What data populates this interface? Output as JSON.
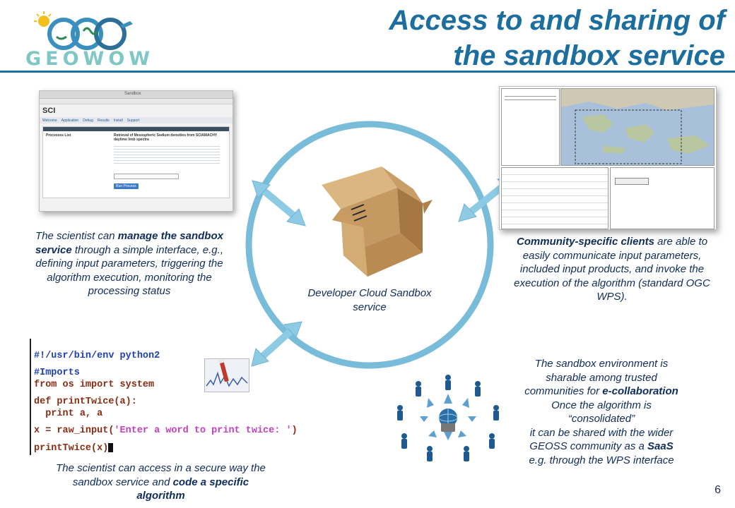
{
  "header": {
    "logo_text": "GEOWOW",
    "title_line1": "Access to and sharing of",
    "title_line2": "the sandbox service"
  },
  "center": {
    "label_line1": "Developer Cloud Sandbox",
    "label_line2": "service"
  },
  "captions": {
    "manage": {
      "p1": "The scientist can ",
      "b1": "manage the sandbox service",
      "p2": " through a simple interface, e.g., defining input parameters, triggering the algorithm execution, monitoring the processing status"
    },
    "clients": {
      "b1": "Community-specific clients",
      "p1": " are able to easily communicate input parameters, included input products, and invoke the execution of the algorithm (standard OGC WPS)."
    },
    "code": {
      "p1": "The scientist can access in a secure way the sandbox service and ",
      "b1": "code a specific algorithm"
    },
    "share": {
      "l1": "The sandbox environment is",
      "l2": "sharable among trusted",
      "l3a": "communities for ",
      "l3b": "e-collaboration",
      "l4": "Once the algorithm is",
      "l5": "“consolidated”",
      "l6": "it can be shared with the wider",
      "l7a": "GEOSS community as a ",
      "l7b": "SaaS",
      "l8": "e.g. through the WPS interface"
    }
  },
  "code_snippet": {
    "line1": "#!/usr/bin/env python2",
    "line2": "#Imports",
    "line3_kw": "from",
    "line3_mid": " os ",
    "line3_kw2": "import",
    "line3_end": " system",
    "line4_kw": "def",
    "line4_end": " printTwice(a):",
    "line5_kw": "  print",
    "line5_end": " a, a",
    "line6_a": "x = raw_input(",
    "line6_str": "'Enter a word to print twice: '",
    "line6_b": ")",
    "line7": "printTwice(x)"
  },
  "sci_app": {
    "window_title": "Sandbox",
    "header": "SCI",
    "tabs": [
      "Welcome",
      "Application",
      "Debug",
      "Results",
      "Install",
      "Support"
    ],
    "panel_title": "Processes List",
    "panel_text": "Retrieval of Mesospheric Sodium densities from SCIAMACHY daytime limb spectra",
    "run_button": "Run Process"
  },
  "slide": {
    "page_number": "6"
  },
  "colors": {
    "title_blue": "#1b6e9e",
    "ring_blue": "#78bcd9",
    "arrow_blue": "#8dcbe5",
    "caption_navy": "#0f2c5c"
  }
}
